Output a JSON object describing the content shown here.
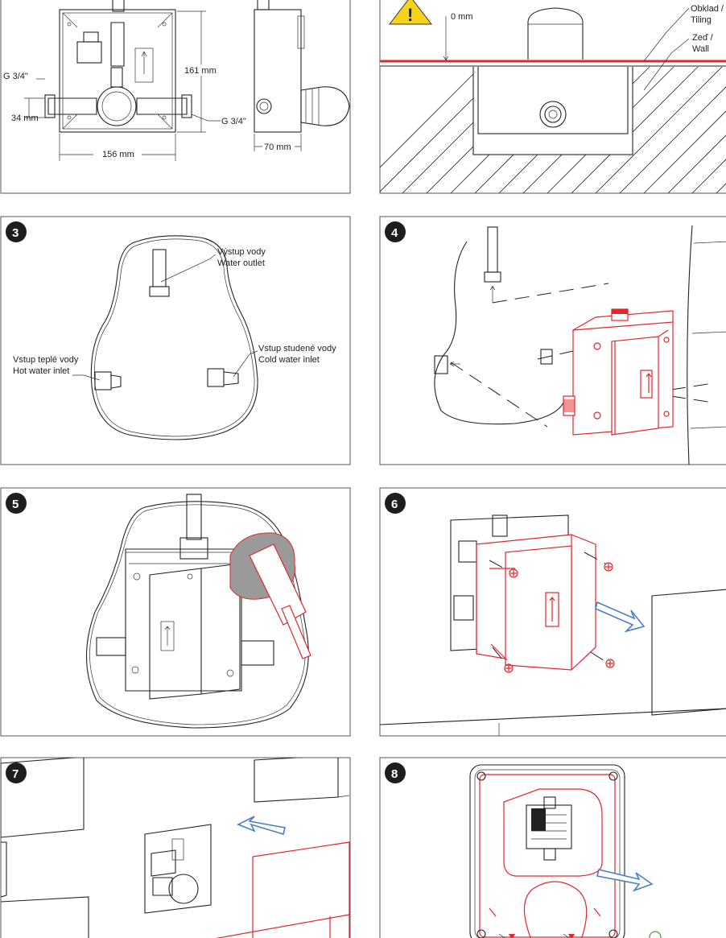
{
  "panel_1": {
    "labels": {
      "g_left": "G 3/4\"",
      "g_right": "G 3/4\"",
      "dim_height": "161 mm",
      "dim_width": "156 mm",
      "dim_offset": "34 mm",
      "dim_depth": "70 mm"
    }
  },
  "panel_2": {
    "labels": {
      "zero": "0 mm",
      "tiling_cz": "Obklad /",
      "tiling_en": "Tiling",
      "wall_cz": "Zeď /",
      "wall_en": "Wall"
    }
  },
  "panel_3": {
    "number": "3",
    "labels": {
      "outlet_cz": "Výstup vody",
      "outlet_en": "Water outlet",
      "hot_cz": "Vstup teplé vody",
      "hot_en": "Hot water inlet",
      "cold_cz": "Vstup studené vody",
      "cold_en": "Cold water inlet"
    }
  },
  "panel_4": {
    "number": "4"
  },
  "panel_5": {
    "number": "5"
  },
  "panel_6": {
    "number": "6"
  },
  "panel_7": {
    "number": "7"
  },
  "panel_8": {
    "number": "8"
  },
  "colors": {
    "accent_red": "#e3262b",
    "arrow_blue": "#4a7fc1",
    "warning_yellow": "#f5d21c"
  }
}
